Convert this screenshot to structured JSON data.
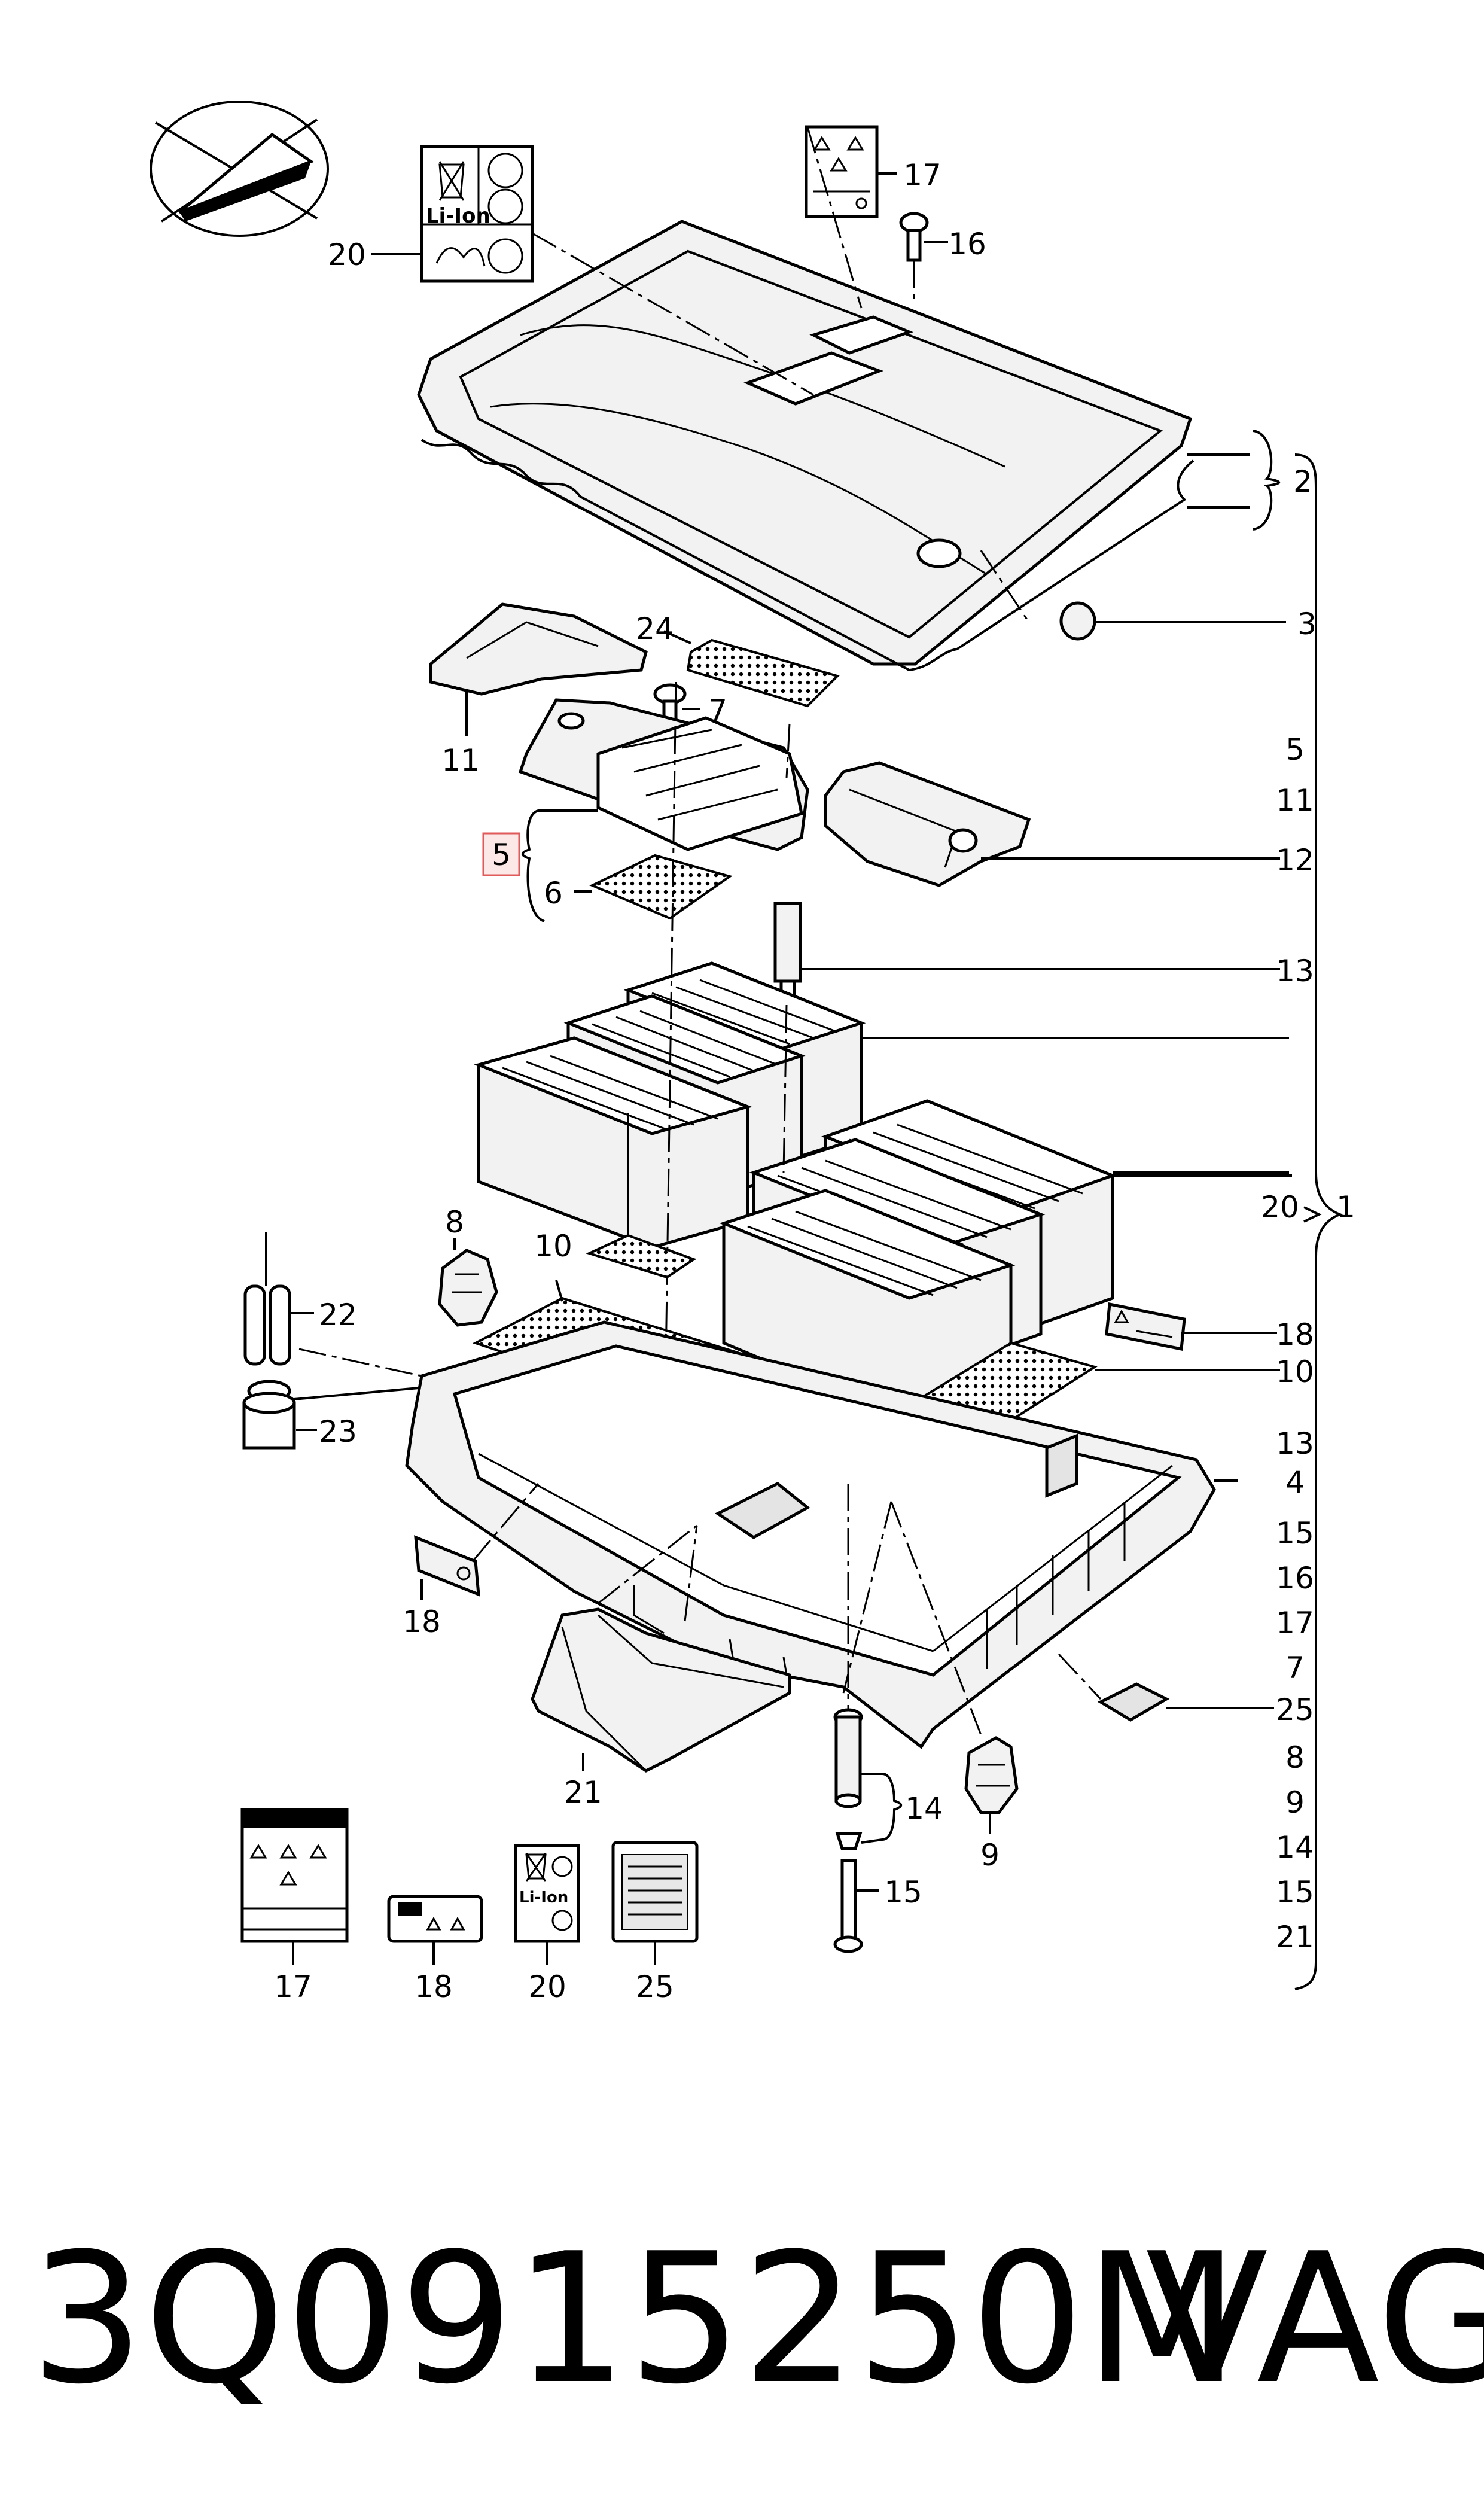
{
  "callouts": {
    "c1": "1",
    "c2": "2",
    "c3": "3",
    "c4": "4",
    "c5": "5",
    "c6": "6",
    "c7": "7",
    "c8": "8",
    "c9": "9",
    "c10": "10",
    "c11": "11",
    "c12": "12",
    "c13": "13",
    "c14": "14",
    "c15": "15",
    "c16": "16",
    "c17": "17",
    "c18": "18",
    "c20": "20",
    "c21": "21",
    "c22": "22",
    "c23": "23",
    "c24": "24",
    "c25": "25"
  },
  "bracket_list": [
    "5",
    "11",
    "12",
    "13",
    "20",
    "10",
    "13",
    "4",
    "15",
    "16",
    "17",
    "7",
    "25",
    "8",
    "9",
    "14",
    "15",
    "21"
  ],
  "label_text": {
    "li_ion": "Li-Ion",
    "li_ion_small": "Li-Ion"
  },
  "footer": {
    "part_number": "3Q0915250M",
    "brand": "VAG"
  }
}
